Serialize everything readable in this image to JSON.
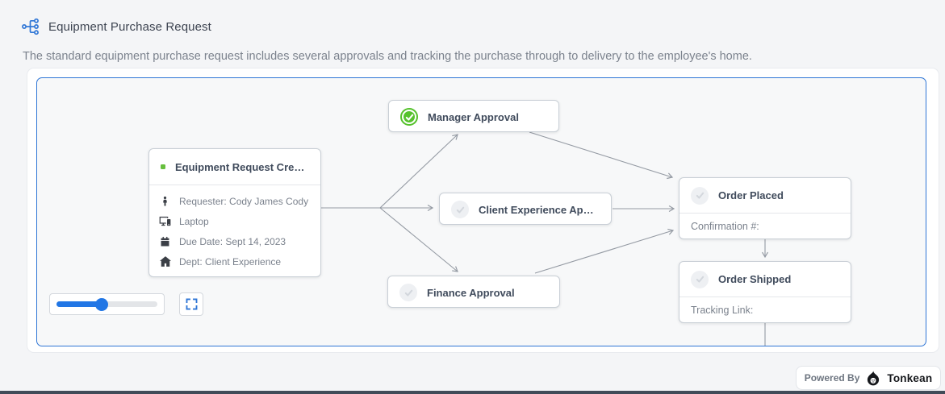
{
  "header": {
    "title": "Equipment Purchase Request",
    "subtitle": "The standard equipment purchase request includes several approvals and tracking the purchase through to delivery to the employee's home."
  },
  "flow": {
    "start_node": {
      "title": "Equipment Request Created ...",
      "details": [
        {
          "icon": "person-icon",
          "text": "Requester: Cody James Cody J..."
        },
        {
          "icon": "devices-icon",
          "text": "Laptop"
        },
        {
          "icon": "calendar-icon",
          "text": "Due Date: Sept 14, 2023"
        },
        {
          "icon": "home-icon",
          "text": "Dept: Client Experience"
        }
      ]
    },
    "nodes": {
      "manager": {
        "title": "Manager Approval",
        "status": "approved"
      },
      "client_experience": {
        "title": "Client Experience Approval",
        "status": "pending"
      },
      "finance": {
        "title": "Finance Approval",
        "status": "pending"
      },
      "order_placed": {
        "title": "Order Placed",
        "status": "pending",
        "field_label": "Confirmation #:"
      },
      "order_shipped": {
        "title": "Order Shipped",
        "status": "pending",
        "field_label": "Tracking Link:"
      }
    }
  },
  "controls": {
    "zoom_percent": 45,
    "fullscreen_icon": "fullscreen-expand-icon"
  },
  "footer": {
    "powered_by": "Powered By",
    "brand": "Tonkean"
  },
  "colors": {
    "accent_blue": "#2f76d6",
    "approved_green": "#56c22d",
    "arrow_gray": "#949aa3",
    "canvas_bg": "#f7f8f9"
  }
}
